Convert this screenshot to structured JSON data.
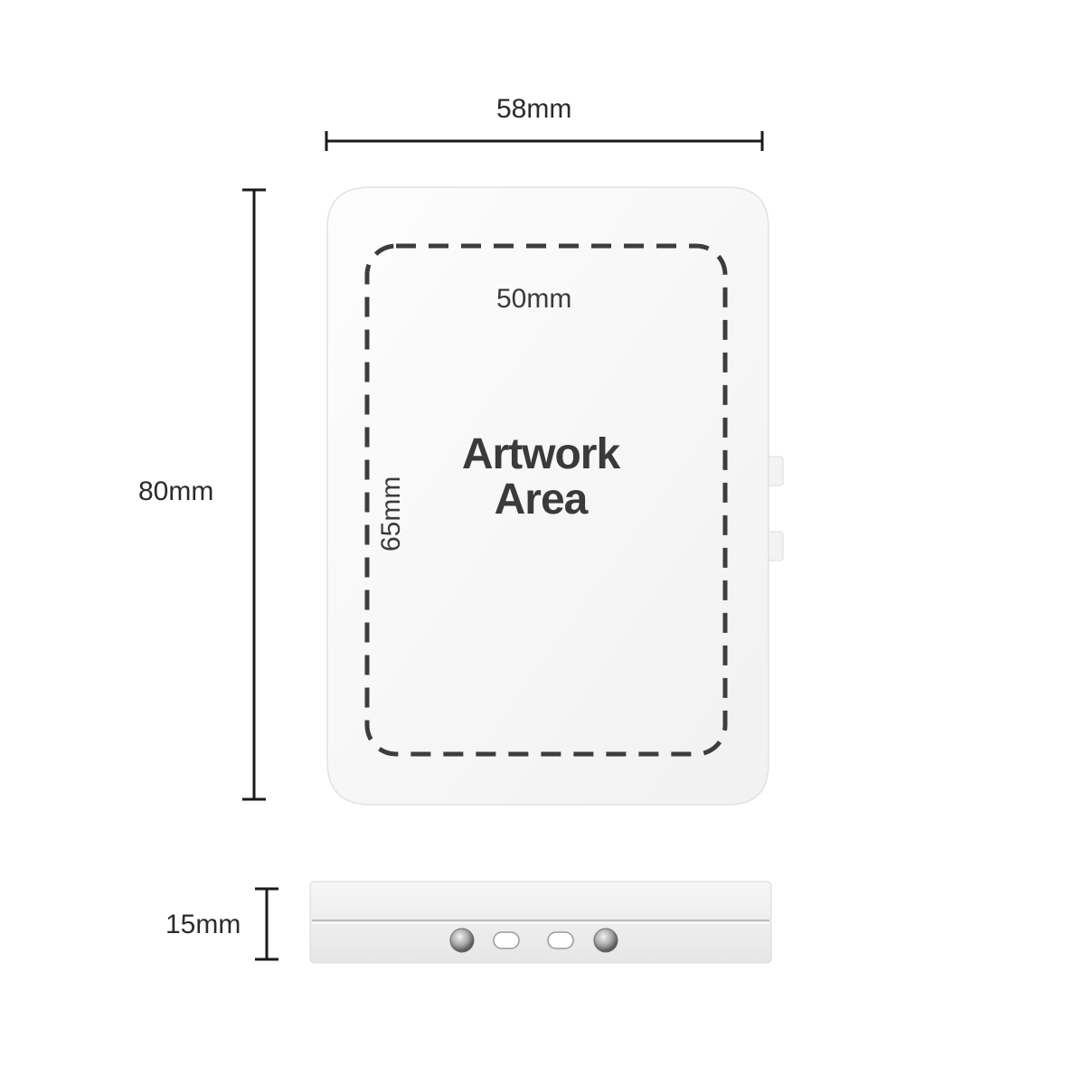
{
  "dimensions": {
    "width_label": "58mm",
    "height_label": "80mm",
    "depth_label": "15mm",
    "artwork_width_label": "50mm",
    "artwork_height_label": "65mm"
  },
  "artwork": {
    "line1": "Artwork",
    "line2": "Area"
  },
  "colors": {
    "line": "#1a1a1a",
    "dash": "#3d3d3d",
    "device_fill": "#fafafa",
    "device_edge": "#dcdcdc",
    "text": "#333333"
  }
}
